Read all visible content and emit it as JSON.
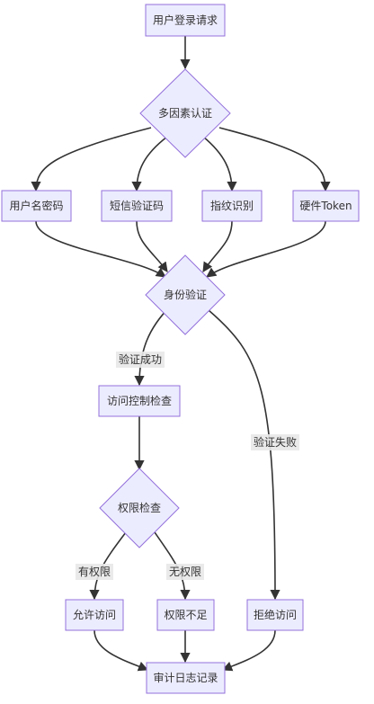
{
  "nodes": {
    "login_request": "用户登录请求",
    "mfa": "多因素认证",
    "password": "用户名密码",
    "sms": "短信验证码",
    "fingerprint": "指纹识别",
    "hw_token": "硬件Token",
    "identity_check": "身份验证",
    "access_control": "访问控制检查",
    "permission_check": "权限检查",
    "allow_access": "允许访问",
    "insufficient": "权限不足",
    "deny_access": "拒绝访问",
    "audit_log": "审计日志记录"
  },
  "edge_labels": {
    "auth_success": "验证成功",
    "auth_fail": "验证失败",
    "has_permission": "有权限",
    "no_permission": "无权限"
  },
  "colors": {
    "node_fill": "#ECECFF",
    "node_stroke": "#9370DB",
    "edge": "#333333",
    "edge_label_bg": "#e8e8e8"
  }
}
